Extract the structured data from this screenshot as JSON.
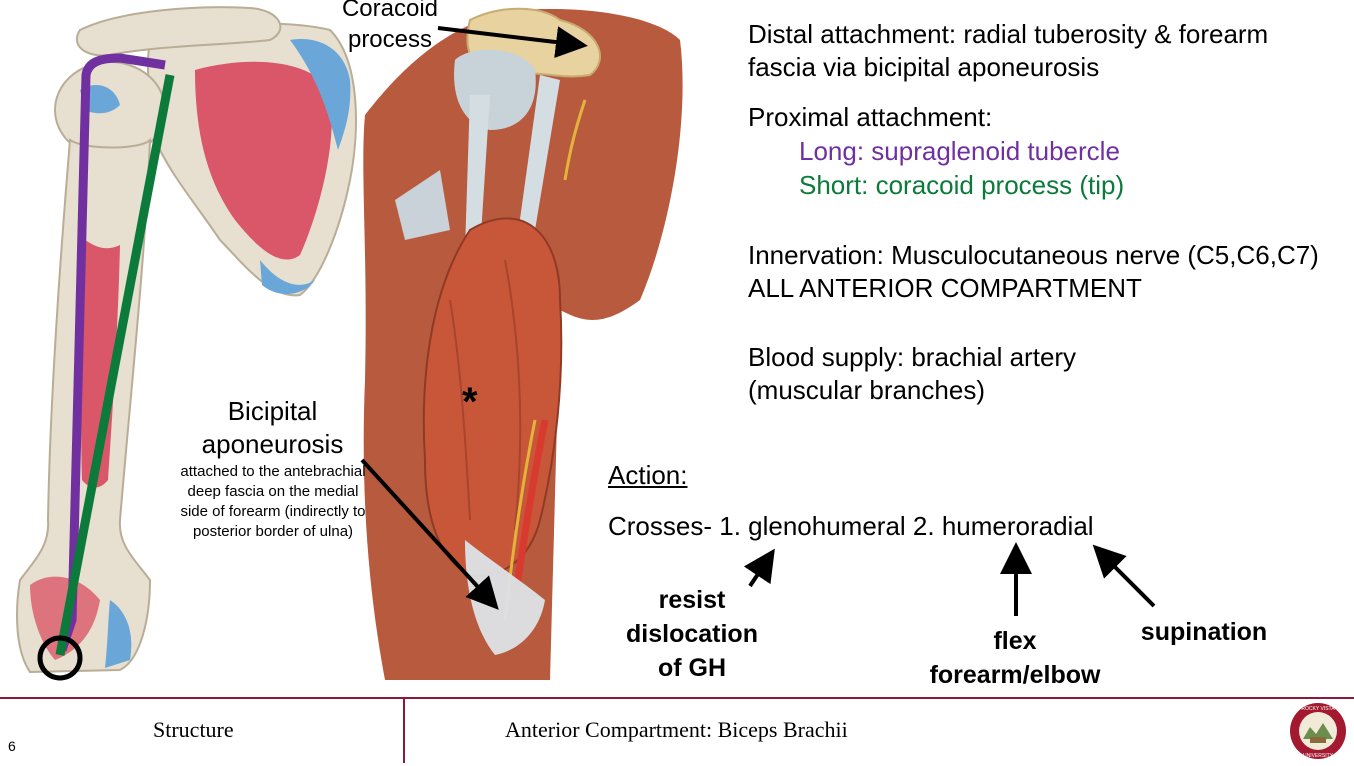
{
  "labels": {
    "coracoid": "Coracoid process",
    "asterisk": "*",
    "bicipital_title": "Bicipital aponeurosis",
    "bicipital_desc": "attached to the antebrachial deep fascia on the medial side of forearm (indirectly to posterior border of ulna)"
  },
  "info": {
    "distal": "Distal attachment: radial tuberosity & forearm fascia via bicipital aponeurosis",
    "proximal_heading": "Proximal attachment:",
    "long_head": "Long: supraglenoid tubercle",
    "short_head": "Short: coracoid process (tip)",
    "innervation": "Innervation: Musculocutaneous nerve (C5,C6,C7) ALL ANTERIOR COMPARTMENT",
    "blood": "Blood supply: brachial artery (muscular branches)"
  },
  "action": {
    "heading": "Action:",
    "crosses": "Crosses- 1. glenohumeral 2. humeroradial",
    "resist": "resist dislocation of GH",
    "flex": "flex forearm/elbow",
    "supination": "supination"
  },
  "footer": {
    "page_number": "6",
    "section": "Structure",
    "title": "Anterior Compartment: Biceps Brachii",
    "logo_text": "ROCKY VISTA UNIVERSITY"
  },
  "colors": {
    "long_head": "#7030a0",
    "short_head": "#0b7a3a",
    "accent": "#8b1a3a"
  }
}
